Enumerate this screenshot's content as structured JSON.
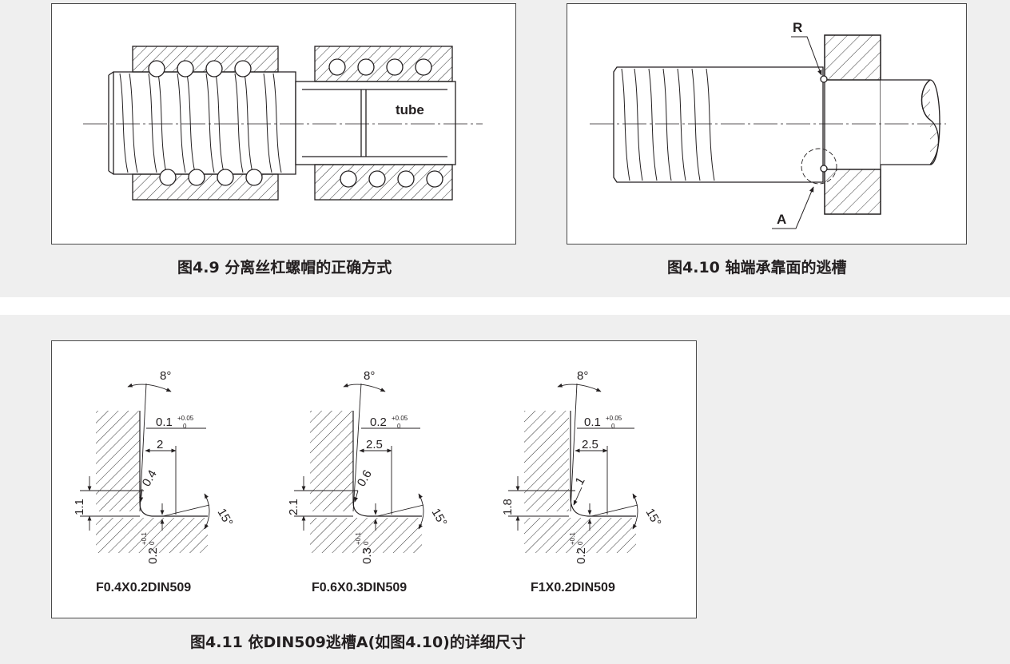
{
  "figures": {
    "fig49": {
      "caption": "图4.9 分离丝杠螺帽的正确方式",
      "tube_label": "tube"
    },
    "fig410": {
      "caption": "图4.10 轴端承靠面的逃槽",
      "label_r": "R",
      "label_a": "A"
    },
    "fig411": {
      "caption": "图4.11 依DIN509逃槽A(如图4.10)的详细尺寸",
      "details": [
        {
          "angle_top": "8°",
          "tol_main": "0.1",
          "tol_upper": "+0.05",
          "tol_lower": "0",
          "width": "2",
          "radius": "0.4",
          "height": "1.1",
          "angle_side": "15°",
          "depth_main": "0.2",
          "depth_upper": "+0.1",
          "depth_lower": "0",
          "name": "F0.4X0.2DIN509"
        },
        {
          "angle_top": "8°",
          "tol_main": "0.2",
          "tol_upper": "+0.05",
          "tol_lower": "0",
          "width": "2.5",
          "radius": "0.6",
          "height": "2.1",
          "angle_side": "15°",
          "depth_main": "0.3",
          "depth_upper": "+0.1",
          "depth_lower": "0",
          "name": "F0.6X0.3DIN509"
        },
        {
          "angle_top": "8°",
          "tol_main": "0.1",
          "tol_upper": "+0.05",
          "tol_lower": "0",
          "width": "2.5",
          "radius": "1",
          "height": "1.8",
          "angle_side": "15°",
          "depth_main": "0.2",
          "depth_upper": "+0.1",
          "depth_lower": "0",
          "name": "F1X0.2DIN509"
        }
      ]
    }
  }
}
